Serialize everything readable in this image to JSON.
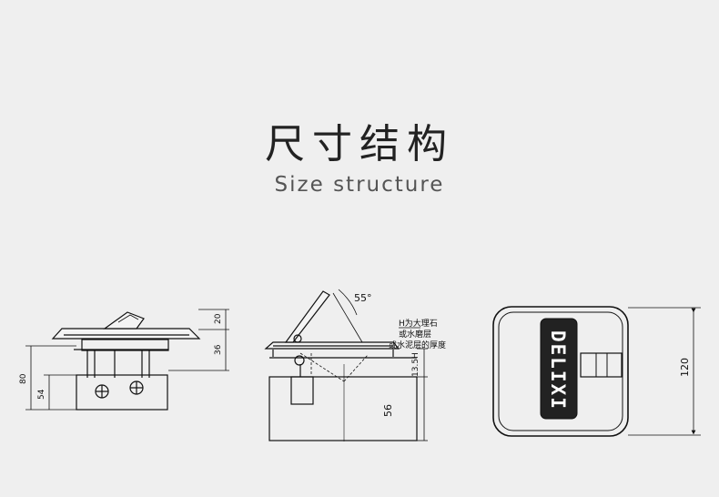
{
  "heading": {
    "title_cn": "尺寸结构",
    "title_en": "Size structure"
  },
  "side_view": {
    "dim_20": "20",
    "dim_36": "36",
    "dim_80": "80",
    "dim_54": "54"
  },
  "open_view": {
    "angle": "55°",
    "note_line1": "H为大理石",
    "note_line2": "或水磨层",
    "note_line3": "或水泥层的厚度",
    "dim_h": "13.5H",
    "dim_56": "56"
  },
  "top_view": {
    "brand": "DELIXI",
    "dim_120": "120"
  },
  "colors": {
    "background": "#efefef",
    "line": "#111111",
    "logo_panel": "#222222"
  }
}
